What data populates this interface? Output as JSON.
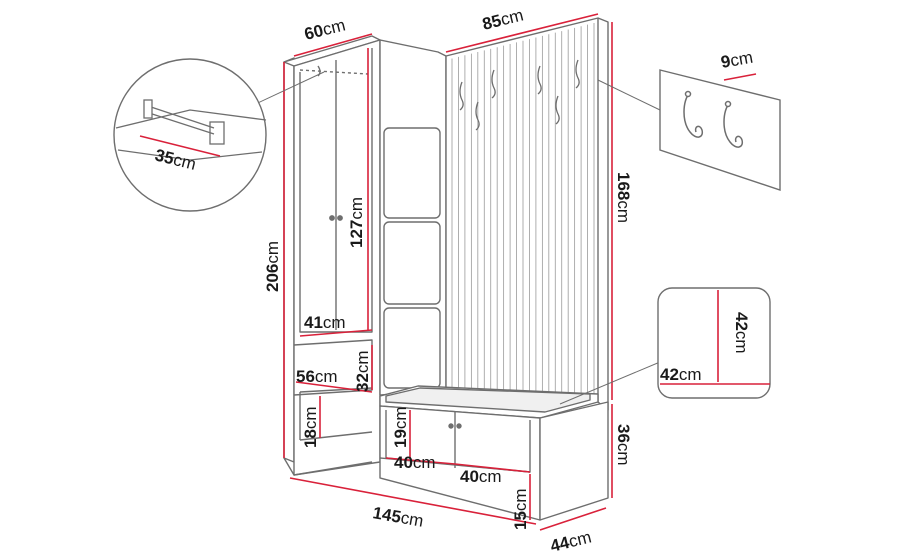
{
  "colors": {
    "line": "#6e6e6e",
    "dimension": "#d9213a",
    "text": "#1a1a1a",
    "panel_fill": "#ffffff",
    "seat_fill": "#ececec"
  },
  "unit": "cm",
  "dimensions": {
    "top_width_wardrobe": {
      "value": "60",
      "unit": "cm"
    },
    "top_width_panel": {
      "value": "85",
      "unit": "cm"
    },
    "hook_spacing": {
      "value": "9",
      "unit": "cm"
    },
    "rail_length": {
      "value": "35",
      "unit": "cm"
    },
    "total_height": {
      "value": "206",
      "unit": "cm"
    },
    "door_height": {
      "value": "127",
      "unit": "cm"
    },
    "panel_height": {
      "value": "168",
      "unit": "cm"
    },
    "shelf_width": {
      "value": "41",
      "unit": "cm"
    },
    "shelf_height": {
      "value": "32",
      "unit": "cm"
    },
    "lower_shelf_width": {
      "value": "56",
      "unit": "cm"
    },
    "cushion_height": {
      "value": "42",
      "unit": "cm"
    },
    "cushion_width": {
      "value": "42",
      "unit": "cm"
    },
    "bottom_shelf_height": {
      "value": "18",
      "unit": "cm"
    },
    "bench_inner_height": {
      "value": "19",
      "unit": "cm"
    },
    "bench_height": {
      "value": "36",
      "unit": "cm"
    },
    "bench_compartment_1": {
      "value": "40",
      "unit": "cm"
    },
    "bench_compartment_2": {
      "value": "40",
      "unit": "cm"
    },
    "bench_leg_height": {
      "value": "15",
      "unit": "cm"
    },
    "total_width": {
      "value": "145",
      "unit": "cm"
    },
    "depth": {
      "value": "44",
      "unit": "cm"
    }
  },
  "callouts": {
    "rail_detail": "clothes-rail",
    "hook_detail": "coat-hooks",
    "cushion_detail": "upholstered-panel"
  }
}
